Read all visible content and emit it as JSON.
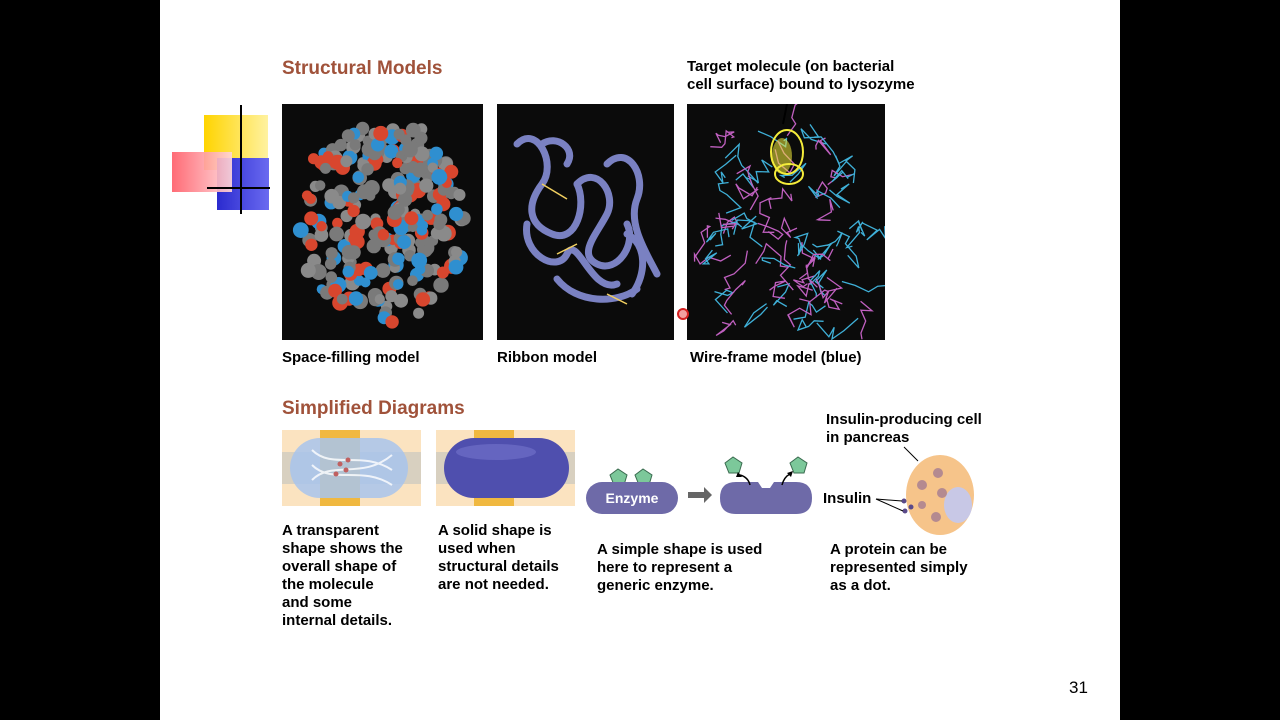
{
  "structural": {
    "heading": "Structural Models",
    "target_label": "Target molecule (on bacterial\ncell surface) bound to lysozyme",
    "captions": [
      "Space-filling model",
      "Ribbon model",
      "Wire-frame model (blue)"
    ]
  },
  "simplified": {
    "heading": "Simplified Diagrams",
    "transparent_caption": "A transparent\nshape shows the\noverall shape of\nthe molecule\nand some\ninternal details.",
    "solid_caption": "A solid shape is\nused when\nstructural details\nare not needed.",
    "enzyme_label": "Enzyme",
    "enzyme_caption": "A simple shape is used\nhere to represent a\ngeneric enzyme.",
    "cell_label": "Insulin-producing cell\nin pancreas",
    "insulin_label": "Insulin",
    "insulin_caption": "A protein can be\nrepresented simply\nas a dot."
  },
  "page_number": "31",
  "colors": {
    "heading": "#a0523a",
    "enzyme": "#6e6aa8",
    "substrate": "#7cc89a",
    "cell": "#f6c48a"
  }
}
